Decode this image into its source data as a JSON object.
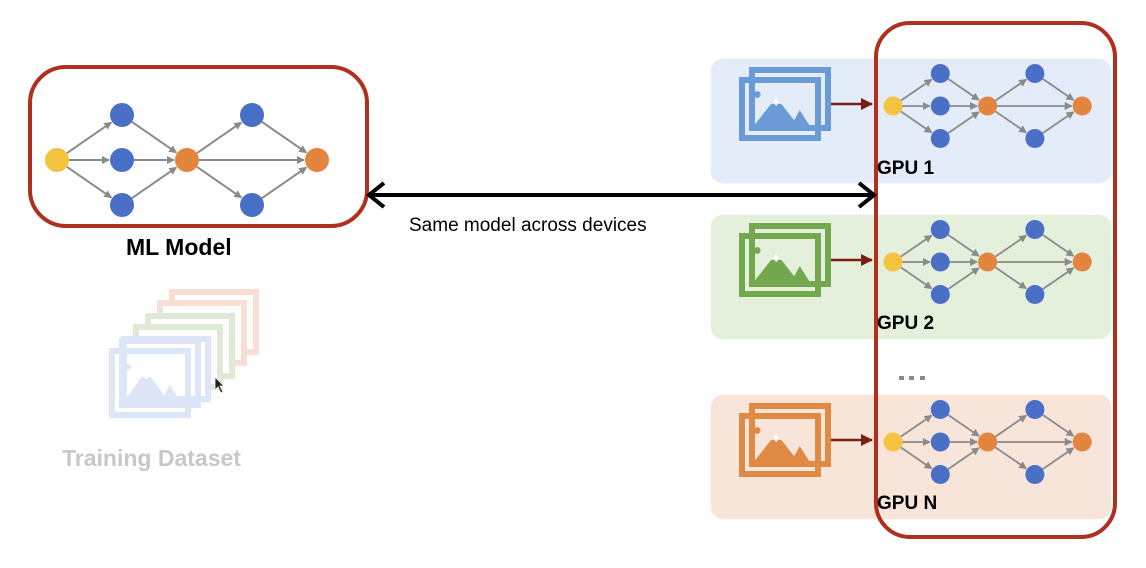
{
  "model": {
    "label": "ML Model",
    "border_color": "#b0301f"
  },
  "connector": {
    "label": "Same model across devices",
    "color": "#000000"
  },
  "dataset": {
    "label": "Training Dataset",
    "text_color": "#c8c8c8",
    "layers": [
      "#f8dfd3",
      "#f8dfd3",
      "#dfead6",
      "#dfead6",
      "#dce6f6",
      "#dce6f6"
    ]
  },
  "devices": [
    {
      "label": "GPU 1",
      "panel_color": "#e3ecf8",
      "icon_color": "#6a9bd6"
    },
    {
      "label": "GPU 2",
      "panel_color": "#e4f0dc",
      "icon_color": "#74a84f"
    },
    {
      "label": "GPU N",
      "panel_color": "#f8e5da",
      "icon_color": "#e08a45"
    }
  ],
  "ellipsis": "...",
  "colors": {
    "input_node": "#f5c33f",
    "hidden_node": "#4a6fc6",
    "merge_node": "#e3843f",
    "edge": "#8a8a8a",
    "feed_arrow": "#7a1e14",
    "device_group_border": "#b0301f"
  }
}
